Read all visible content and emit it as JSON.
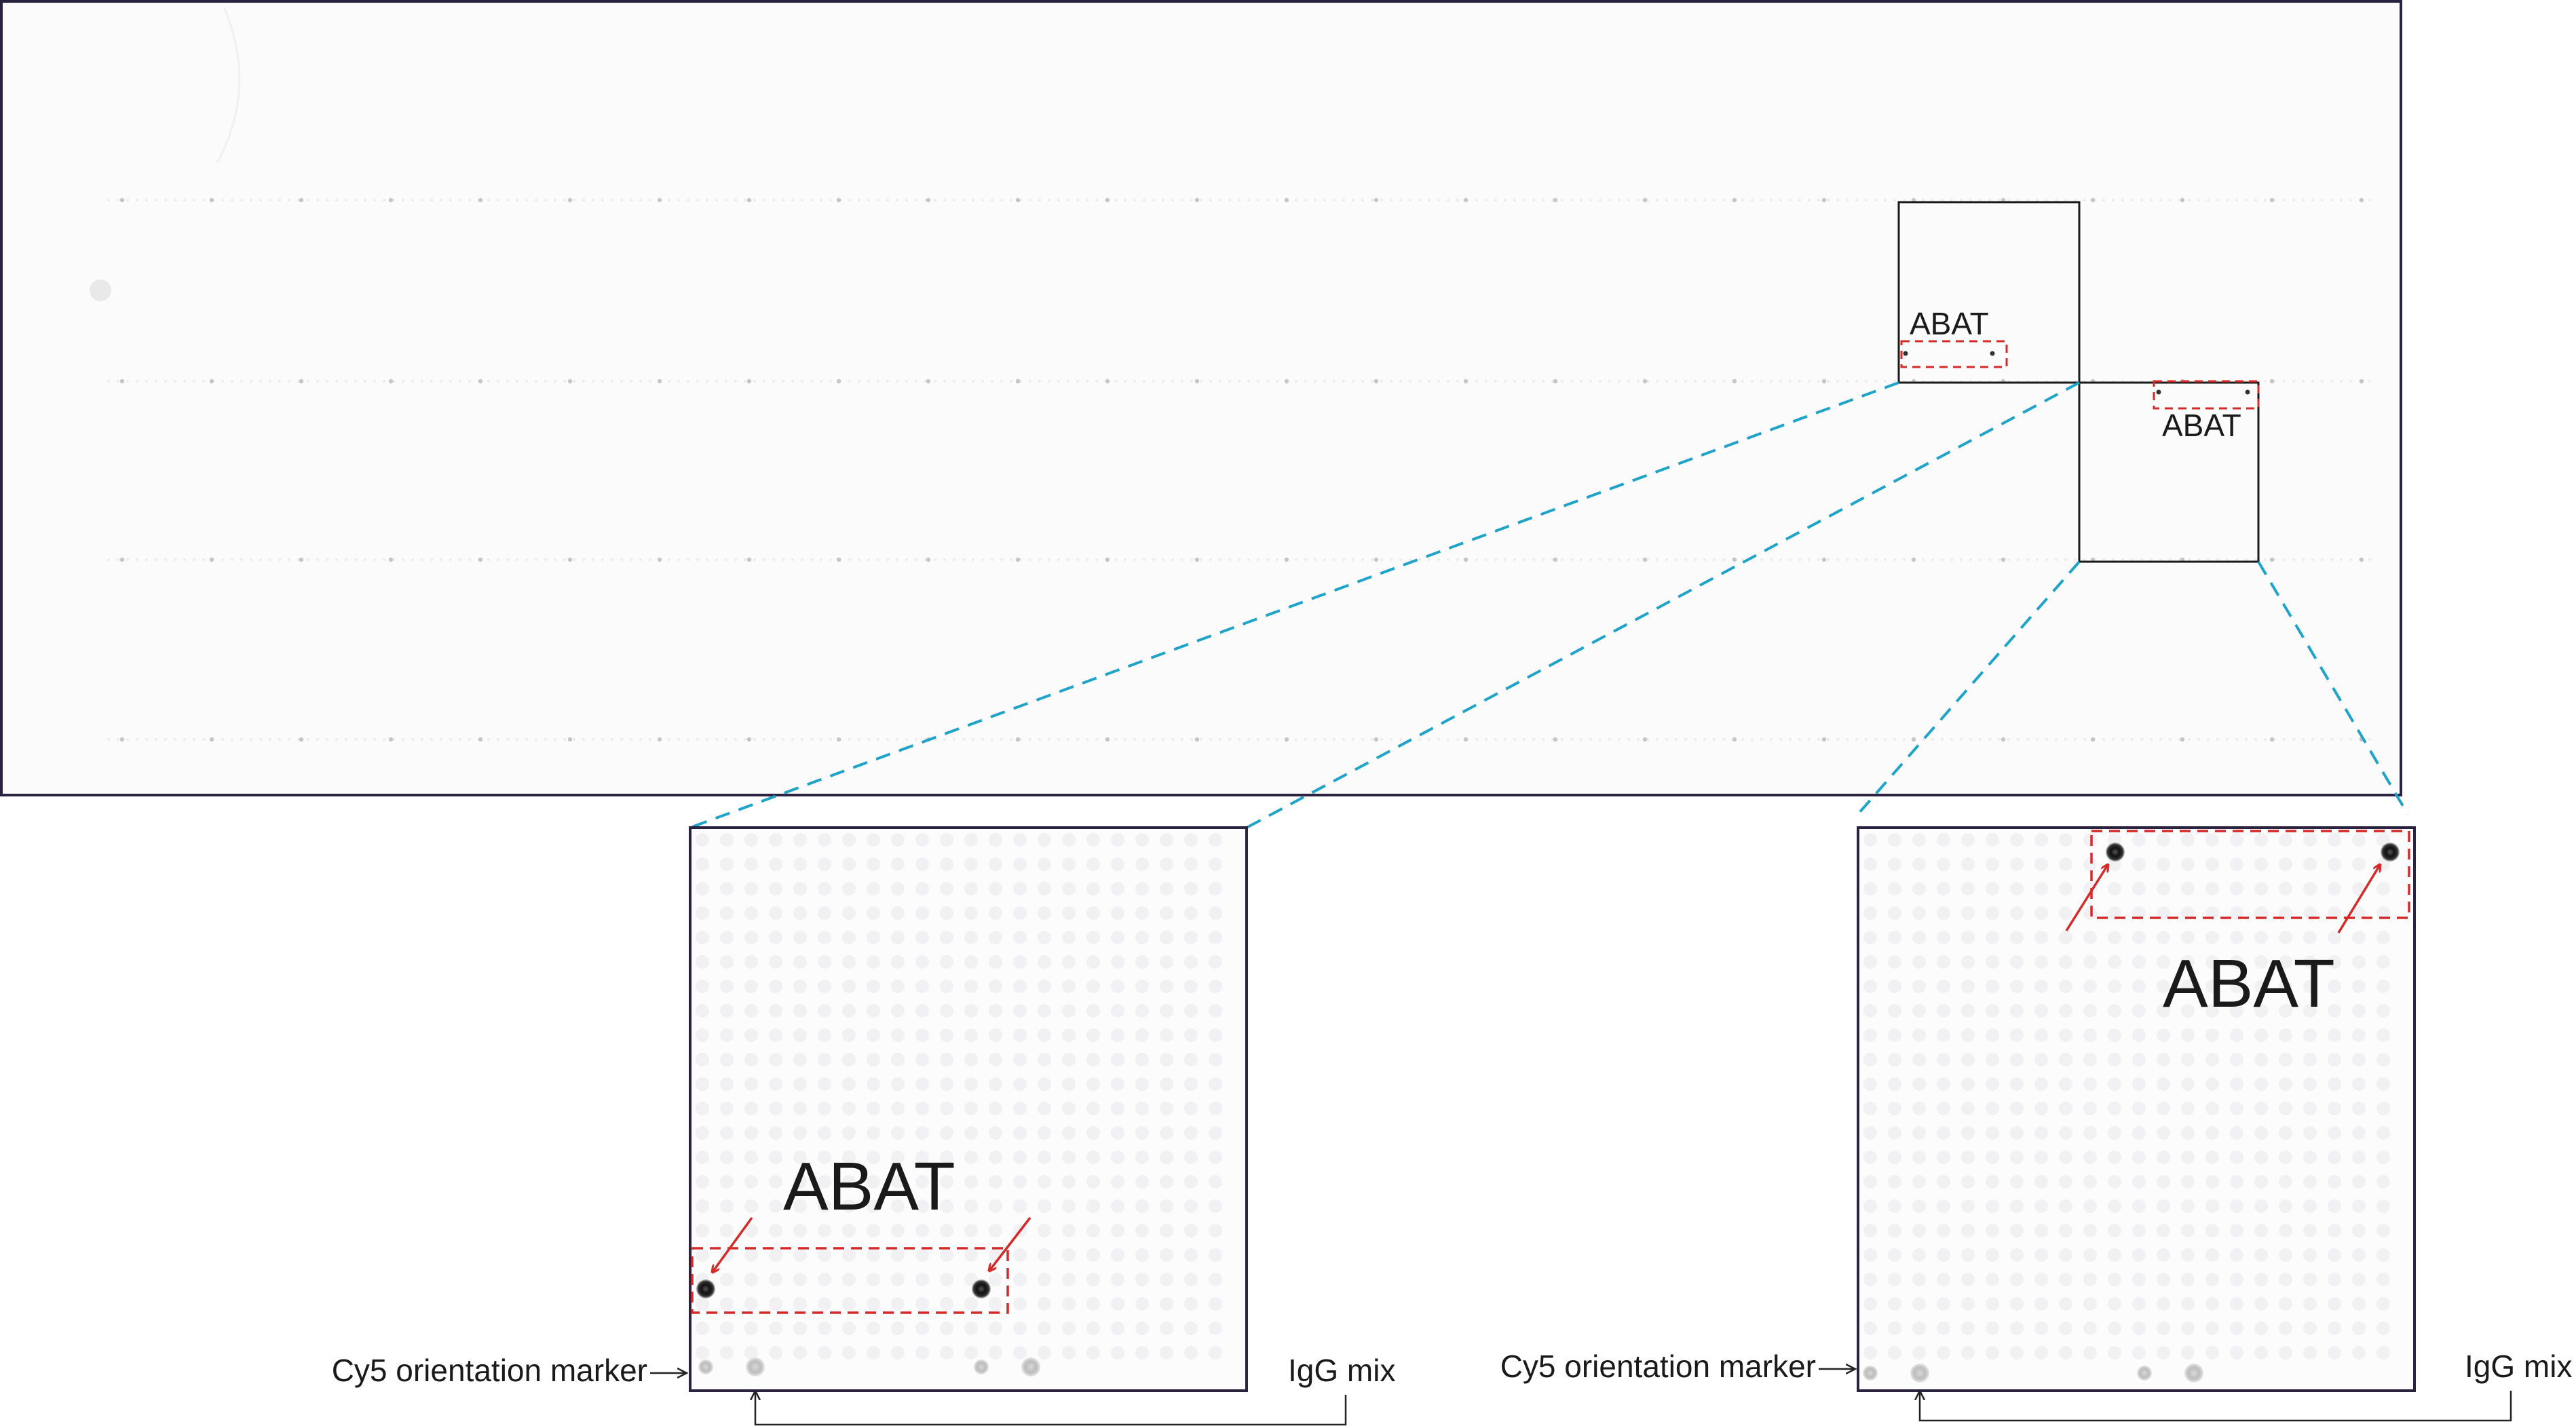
{
  "figure": {
    "overview_label_top": "ABAT",
    "overview_label_mid": "ABAT",
    "zoom_left": {
      "label": "ABAT",
      "orientation_label": "Cy5 orientation marker",
      "igg_label": "IgG mix"
    },
    "zoom_right": {
      "label": "ABAT",
      "orientation_label": "Cy5 orientation marker",
      "igg_label": "IgG mix"
    }
  },
  "colors": {
    "frame": "#2b2140",
    "connector": "#1fa3c8",
    "highlight": "#d42a2a",
    "spot_faint": "#e6e7ea",
    "spot_strong": "#222222"
  }
}
